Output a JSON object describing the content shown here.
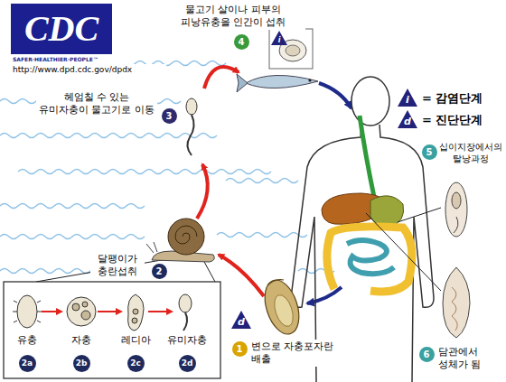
{
  "diagram": {
    "labels": [
      "CDC",
      "SAFER·HEALTHIER·PEOPLE™",
      "http://www.dpd.cdc.gov/dpdx",
      "물고기 살이나 피부의 피낭유충을 인간이 섭취",
      "4",
      "i",
      "헤엄칠 수 있는 유미자충이 물고기로 이동",
      "3",
      "i",
      "d",
      "십이지장에서의 탈낭과정",
      "5",
      "달팽이가 충란섭취",
      "2",
      "유충",
      "2a",
      "자충",
      "2b",
      "레디아",
      "2c",
      "유미자충",
      "2d",
      "d",
      "변으로 자충포자란 배출",
      "1",
      "담관에서 성체가 됨",
      "6"
    ],
    "legend": [
      {
        "text": "= 감염단계"
      },
      {
        "text": "= 진단단계"
      }
    ]
  }
}
